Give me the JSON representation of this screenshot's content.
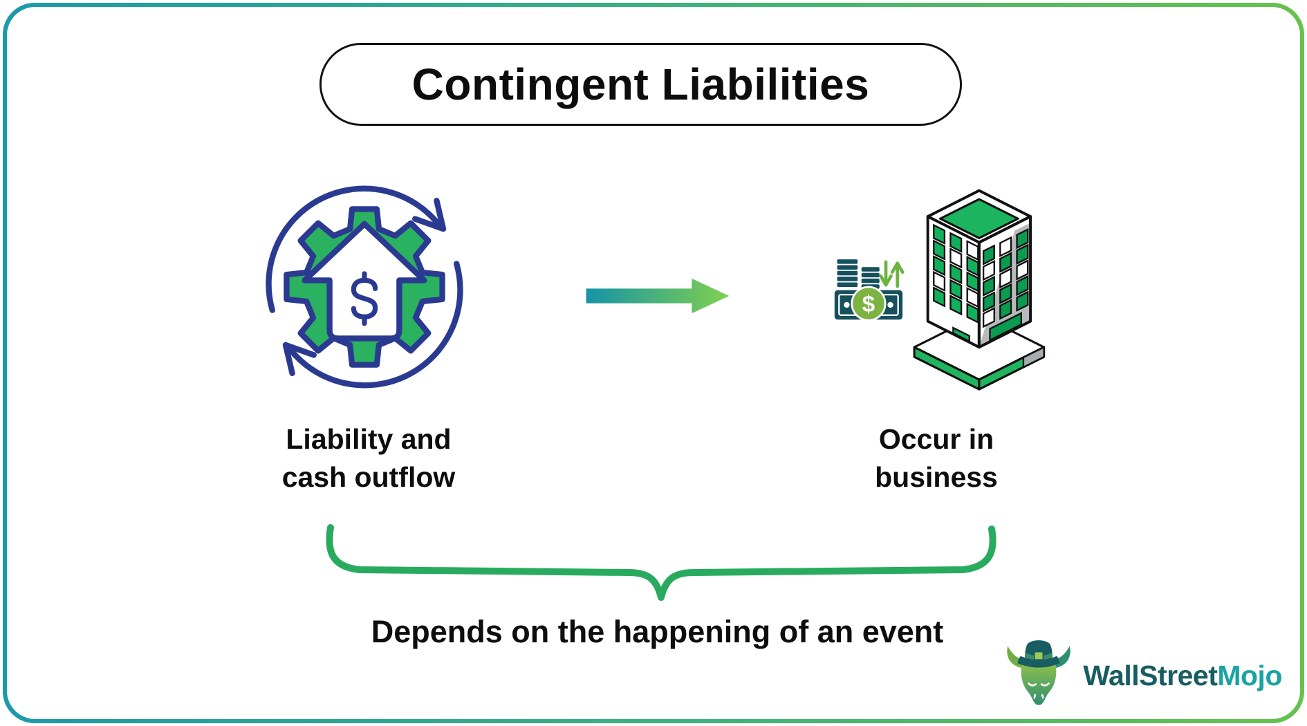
{
  "title": "Contingent Liabilities",
  "flow": {
    "left": {
      "icon": "gear-house-dollar-icon",
      "label": "Liability and\ncash outflow"
    },
    "connector": {
      "icon": "right-arrow-icon"
    },
    "right": {
      "icon": "building-cash-icon",
      "label": "Occur in\nbusiness"
    }
  },
  "note": {
    "icon": "curly-brace",
    "text": "Depends on the happening of an event"
  },
  "currency_symbol": "$",
  "logo": {
    "icon": "wallstreetmojo-bull-mascot-icon",
    "name_primary": "WallStreet",
    "name_secondary": "Mojo"
  },
  "colors": {
    "frame_gradient_start": "#1b9aaa",
    "frame_gradient_end": "#67c14d",
    "arrow_gradient_start": "#1693a7",
    "arrow_gradient_end": "#80d14e",
    "brace_green": "#29ab5f",
    "icon_green": "#2bb261",
    "icon_navy": "#2b3a91",
    "building_green": "#13b05c",
    "money_dark_teal": "#17505d",
    "dollar_circle_green": "#7cb342",
    "logo_dark_teal": "#175d62",
    "logo_teal": "#1ba3a3",
    "text_black": "#111111"
  }
}
